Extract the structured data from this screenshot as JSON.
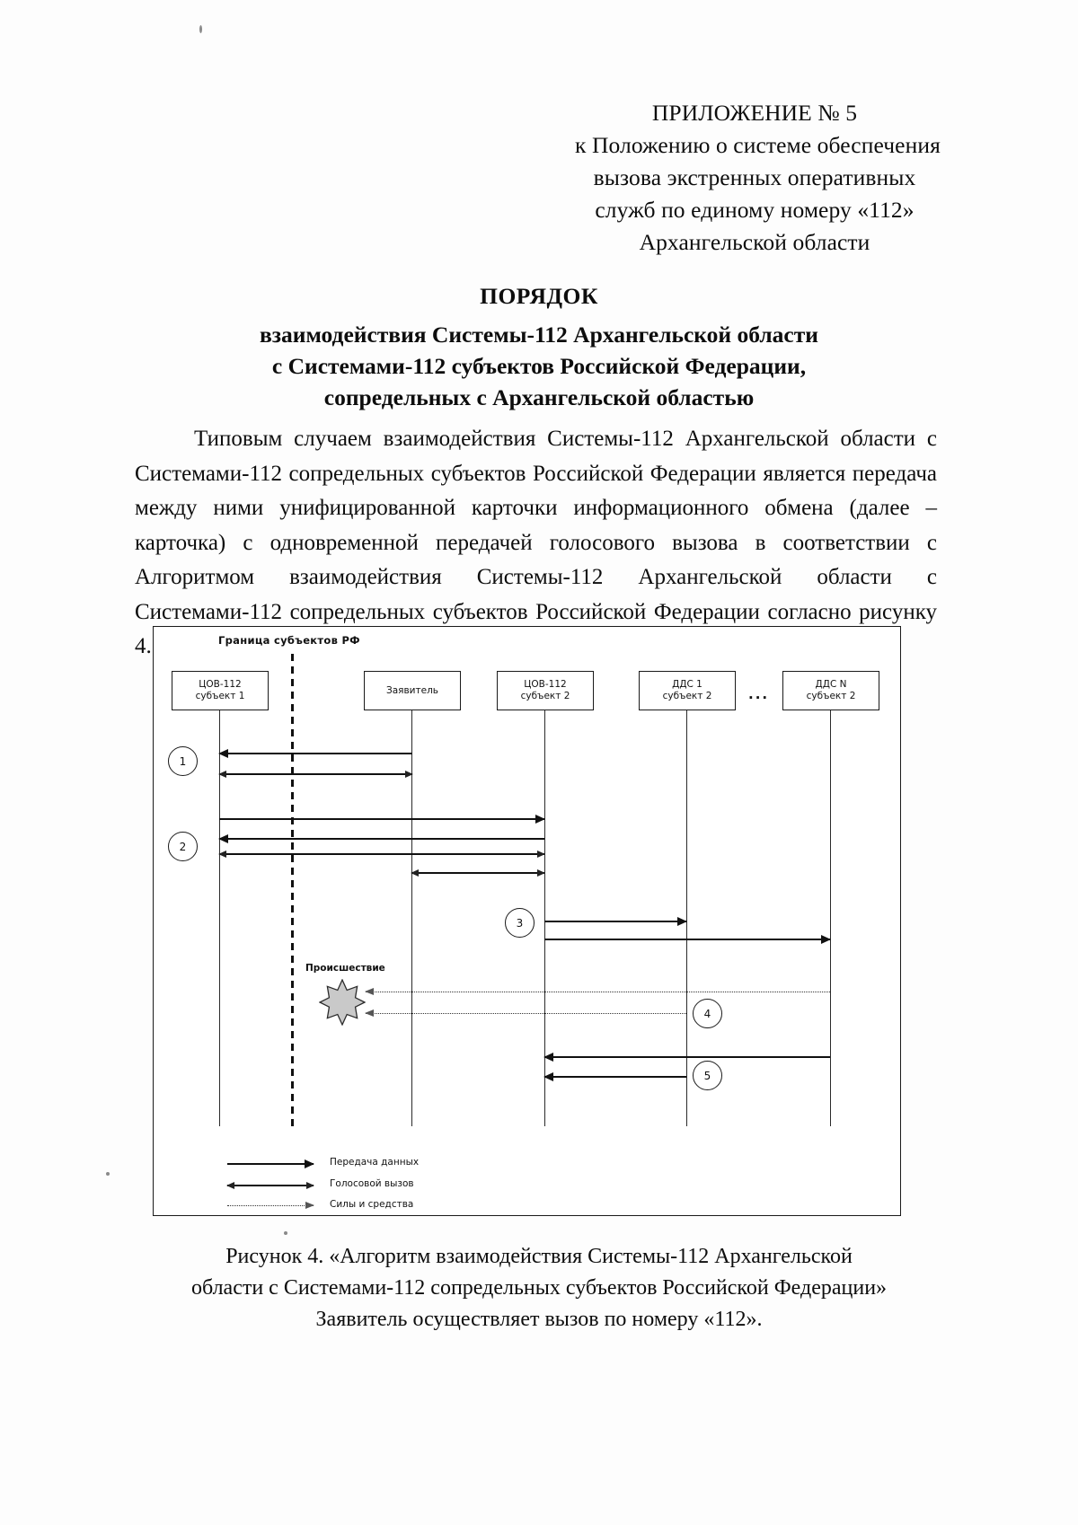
{
  "header": {
    "lines": [
      "ПРИЛОЖЕНИЕ № 5",
      "к Положению о системе обеспечения",
      "вызова экстренных оперативных",
      "служб по единому номеру «112»",
      "Архангельской области"
    ]
  },
  "title": {
    "heading": "ПОРЯДОК",
    "lines": [
      "взаимодействия Системы-112 Архангельской области",
      "с Системами-112 субъектов Российской Федерации,",
      "сопредельных с Архангельской областью"
    ]
  },
  "body": {
    "paragraph": "Типовым случаем взаимодействия Системы-112 Архангельской области с Системами-112 сопредельных субъектов Российской Федерации является передача между ними унифицированной карточки информационного обмена (далее – карточка) с одновременной передачей голосового вызова в соответствии с Алгоритмом взаимодействия Системы-112 Архангельской области с Системами-112 сопредельных субъектов Российской Федерации согласно рисунку 4."
  },
  "figure": {
    "border_label": "Граница субъектов РФ",
    "ellipsis": "...",
    "actors": [
      {
        "line1": "ЦОВ-112",
        "line2": "субъект 1"
      },
      {
        "line1": "Заявитель",
        "line2": ""
      },
      {
        "line1": "ЦОВ-112",
        "line2": "субъект 2"
      },
      {
        "line1": "ДДС 1",
        "line2": "субъект 2"
      },
      {
        "line1": "ДДС N",
        "line2": "субъект 2"
      }
    ],
    "steps": [
      "1",
      "2",
      "3",
      "4",
      "5"
    ],
    "incident_label": "Происшествие",
    "legend": [
      {
        "label": "Передача данных",
        "style": "solid"
      },
      {
        "label": "Голосовой вызов",
        "style": "double"
      },
      {
        "label": "Силы и средства",
        "style": "dotted"
      }
    ]
  },
  "caption": {
    "lines": [
      "Рисунок 4. «Алгоритм взаимодействия Системы-112 Архангельской",
      "области с Системами-112 сопредельных субъектов Российской Федерации»",
      "Заявитель осуществляет вызов по номеру «112»."
    ]
  },
  "colors": {
    "ink": "#111111",
    "paper": "#ffffff"
  }
}
